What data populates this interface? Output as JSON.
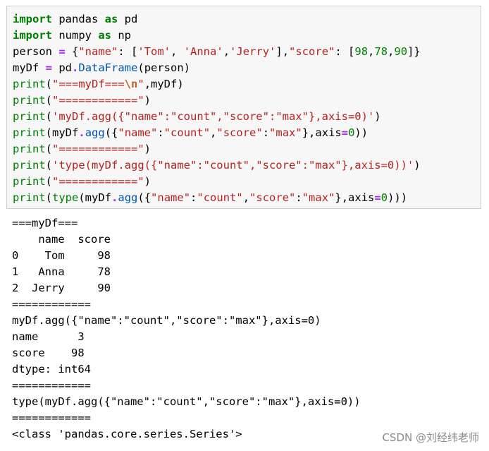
{
  "code_lines": [
    [
      {
        "t": "import",
        "c": "kw"
      },
      {
        "t": " pandas ",
        "c": ""
      },
      {
        "t": "as",
        "c": "kw"
      },
      {
        "t": " pd",
        "c": ""
      }
    ],
    [
      {
        "t": "import",
        "c": "kw"
      },
      {
        "t": " numpy ",
        "c": ""
      },
      {
        "t": "as",
        "c": "kw"
      },
      {
        "t": " np",
        "c": ""
      }
    ],
    [
      {
        "t": "person ",
        "c": ""
      },
      {
        "t": "=",
        "c": "op"
      },
      {
        "t": " {",
        "c": ""
      },
      {
        "t": "\"name\"",
        "c": "st"
      },
      {
        "t": ": [",
        "c": ""
      },
      {
        "t": "'Tom'",
        "c": "st"
      },
      {
        "t": ", ",
        "c": ""
      },
      {
        "t": "'Anna'",
        "c": "st"
      },
      {
        "t": ",",
        "c": ""
      },
      {
        "t": "'Jerry'",
        "c": "st"
      },
      {
        "t": "],",
        "c": ""
      },
      {
        "t": "\"score\"",
        "c": "st"
      },
      {
        "t": ": [",
        "c": ""
      },
      {
        "t": "98",
        "c": "nm"
      },
      {
        "t": ",",
        "c": ""
      },
      {
        "t": "78",
        "c": "nm"
      },
      {
        "t": ",",
        "c": ""
      },
      {
        "t": "90",
        "c": "nm"
      },
      {
        "t": "]}",
        "c": ""
      }
    ],
    [
      {
        "t": "myDf ",
        "c": ""
      },
      {
        "t": "=",
        "c": "op"
      },
      {
        "t": " pd",
        "c": ""
      },
      {
        "t": ".",
        "c": "op"
      },
      {
        "t": "DataFrame",
        "c": "at"
      },
      {
        "t": "(person)",
        "c": ""
      }
    ],
    [
      {
        "t": "print",
        "c": "fn"
      },
      {
        "t": "(",
        "c": ""
      },
      {
        "t": "\"===myDf===",
        "c": "st"
      },
      {
        "t": "\\n",
        "c": "esc"
      },
      {
        "t": "\"",
        "c": "st"
      },
      {
        "t": ",myDf)",
        "c": ""
      }
    ],
    [
      {
        "t": "print",
        "c": "fn"
      },
      {
        "t": "(",
        "c": ""
      },
      {
        "t": "\"============\"",
        "c": "st"
      },
      {
        "t": ")",
        "c": ""
      }
    ],
    [
      {
        "t": "print",
        "c": "fn"
      },
      {
        "t": "(",
        "c": ""
      },
      {
        "t": "'myDf.agg({\"name\":\"count\",\"score\":\"max\"},axis=0)'",
        "c": "st"
      },
      {
        "t": ")",
        "c": ""
      }
    ],
    [
      {
        "t": "print",
        "c": "fn"
      },
      {
        "t": "(myDf",
        "c": ""
      },
      {
        "t": ".",
        "c": "op"
      },
      {
        "t": "agg",
        "c": "at"
      },
      {
        "t": "({",
        "c": ""
      },
      {
        "t": "\"name\"",
        "c": "st"
      },
      {
        "t": ":",
        "c": ""
      },
      {
        "t": "\"count\"",
        "c": "st"
      },
      {
        "t": ",",
        "c": ""
      },
      {
        "t": "\"score\"",
        "c": "st"
      },
      {
        "t": ":",
        "c": ""
      },
      {
        "t": "\"max\"",
        "c": "st"
      },
      {
        "t": "},axis",
        "c": ""
      },
      {
        "t": "=",
        "c": "op"
      },
      {
        "t": "0",
        "c": "nm"
      },
      {
        "t": "))",
        "c": ""
      }
    ],
    [
      {
        "t": "print",
        "c": "fn"
      },
      {
        "t": "(",
        "c": ""
      },
      {
        "t": "\"============\"",
        "c": "st"
      },
      {
        "t": ")",
        "c": ""
      }
    ],
    [
      {
        "t": "print",
        "c": "fn"
      },
      {
        "t": "(",
        "c": ""
      },
      {
        "t": "'type(myDf.agg({\"name\":\"count\",\"score\":\"max\"},axis=0))'",
        "c": "st"
      },
      {
        "t": ")",
        "c": ""
      }
    ],
    [
      {
        "t": "print",
        "c": "fn"
      },
      {
        "t": "(",
        "c": ""
      },
      {
        "t": "\"============\"",
        "c": "st"
      },
      {
        "t": ")",
        "c": ""
      }
    ],
    [
      {
        "t": "print",
        "c": "fn"
      },
      {
        "t": "(",
        "c": ""
      },
      {
        "t": "type",
        "c": "fn"
      },
      {
        "t": "(myDf",
        "c": ""
      },
      {
        "t": ".",
        "c": "op"
      },
      {
        "t": "agg",
        "c": "at"
      },
      {
        "t": "({",
        "c": ""
      },
      {
        "t": "\"name\"",
        "c": "st"
      },
      {
        "t": ":",
        "c": ""
      },
      {
        "t": "\"count\"",
        "c": "st"
      },
      {
        "t": ",",
        "c": ""
      },
      {
        "t": "\"score\"",
        "c": "st"
      },
      {
        "t": ":",
        "c": ""
      },
      {
        "t": "\"max\"",
        "c": "st"
      },
      {
        "t": "},axis",
        "c": ""
      },
      {
        "t": "=",
        "c": "op"
      },
      {
        "t": "0",
        "c": "nm"
      },
      {
        "t": ")))",
        "c": ""
      }
    ]
  ],
  "output_lines": [
    "===myDf===",
    "    name  score",
    "0    Tom     98",
    "1   Anna     78",
    "2  Jerry     90",
    "============",
    "myDf.agg({\"name\":\"count\",\"score\":\"max\"},axis=0)",
    "name      3",
    "score    98",
    "dtype: int64",
    "============",
    "type(myDf.agg({\"name\":\"count\",\"score\":\"max\"},axis=0))",
    "============",
    "<class 'pandas.core.series.Series'>"
  ],
  "watermark": "CSDN @刘经纬老师",
  "colors": {
    "keyword": "#008000",
    "operator": "#aa22ff",
    "string": "#ba2121",
    "attribute": "#0055aa",
    "cell_background": "#f7f7f7"
  }
}
